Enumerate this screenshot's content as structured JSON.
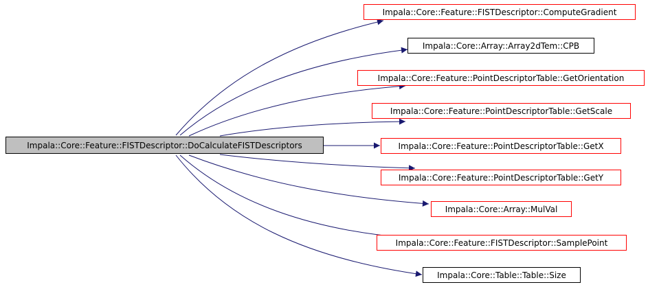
{
  "graph": {
    "source": {
      "label": "Impala::Core::Feature::FISTDescriptor::DoCalculateFISTDescriptors",
      "border": "#000000",
      "fill": "#bfbfbf"
    },
    "targets": [
      {
        "label": "Impala::Core::Feature::FISTDescriptor::ComputeGradient",
        "border": "#ff0000"
      },
      {
        "label": "Impala::Core::Array::Array2dTem::CPB",
        "border": "#000000"
      },
      {
        "label": "Impala::Core::Feature::PointDescriptorTable::GetOrientation",
        "border": "#ff0000"
      },
      {
        "label": "Impala::Core::Feature::PointDescriptorTable::GetScale",
        "border": "#ff0000"
      },
      {
        "label": "Impala::Core::Feature::PointDescriptorTable::GetX",
        "border": "#ff0000"
      },
      {
        "label": "Impala::Core::Feature::PointDescriptorTable::GetY",
        "border": "#ff0000"
      },
      {
        "label": "Impala::Core::Array::MulVal",
        "border": "#ff0000"
      },
      {
        "label": "Impala::Core::Feature::FISTDescriptor::SamplePoint",
        "border": "#ff0000"
      },
      {
        "label": "Impala::Core::Table::Table::Size",
        "border": "#000000"
      }
    ],
    "edge_color": "#191970"
  }
}
